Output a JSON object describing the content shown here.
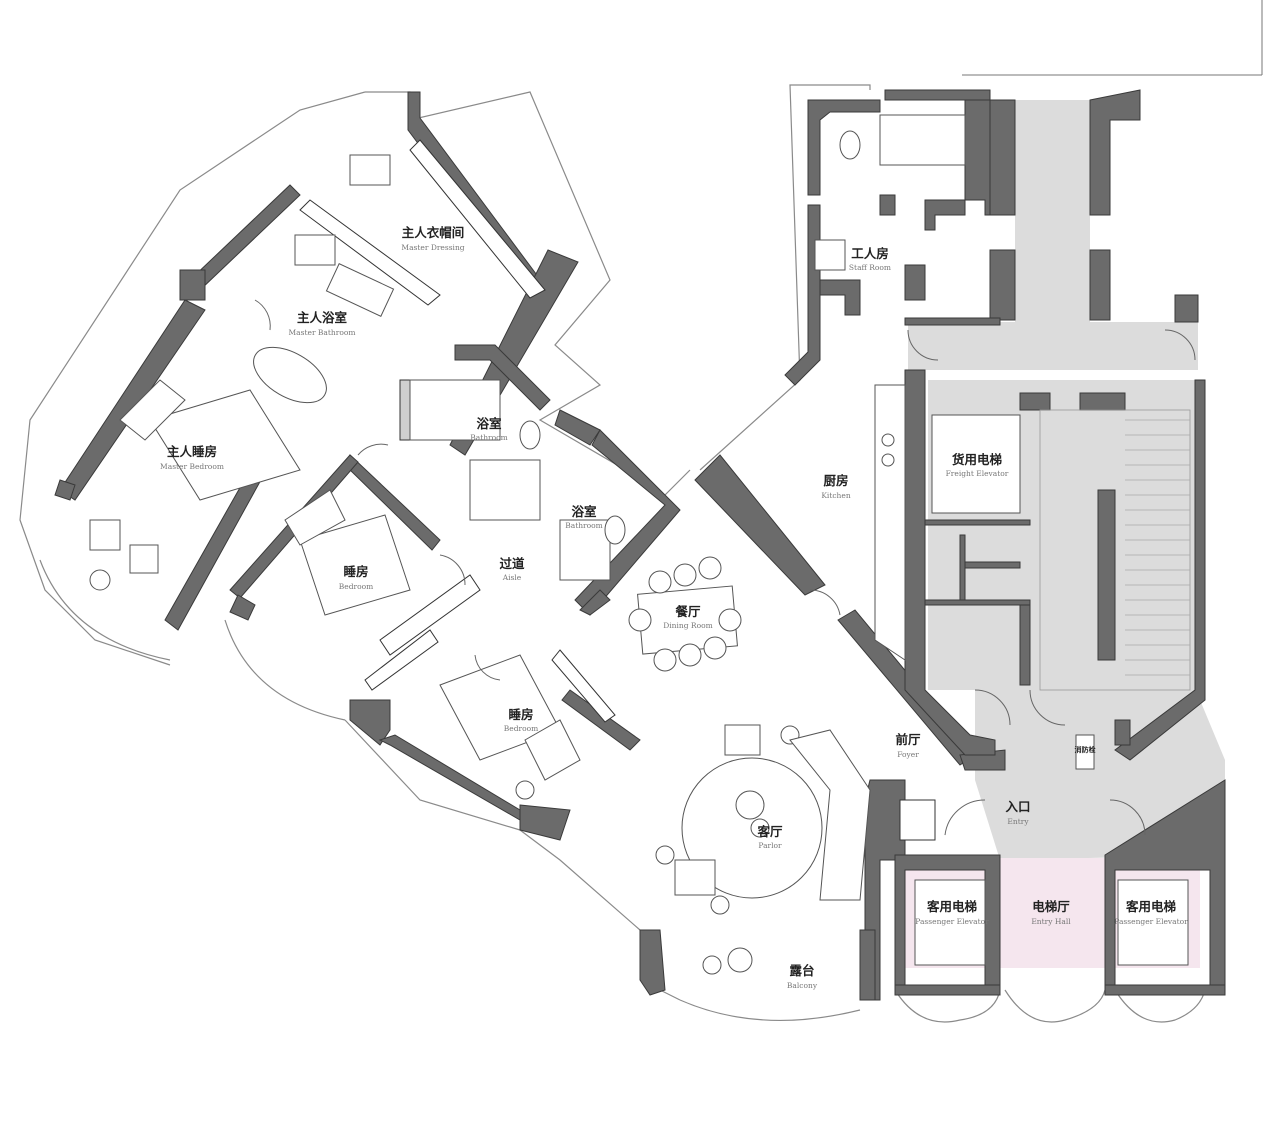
{
  "rooms": {
    "master_dressing": {
      "cn": "主人衣帽间",
      "en": "Master Dressing"
    },
    "master_bathroom": {
      "cn": "主人浴室",
      "en": "Master Bathroom"
    },
    "master_bedroom": {
      "cn": "主人睡房",
      "en": "Master Bedroom"
    },
    "bathroom_1": {
      "cn": "浴室",
      "en": "Bathroom"
    },
    "bathroom_2": {
      "cn": "浴室",
      "en": "Bathroom"
    },
    "bedroom_1": {
      "cn": "睡房",
      "en": "Bedroom"
    },
    "bedroom_2": {
      "cn": "睡房",
      "en": "Bedroom"
    },
    "aisle": {
      "cn": "过道",
      "en": "Aisle"
    },
    "dining": {
      "cn": "餐厅",
      "en": "Dining Room"
    },
    "kitchen": {
      "cn": "厨房",
      "en": "Kitchen"
    },
    "staff_room": {
      "cn": "工人房",
      "en": "Staff Room"
    },
    "freight_elevator": {
      "cn": "货用电梯",
      "en": "Freight Elevator"
    },
    "parlor": {
      "cn": "客厅",
      "en": "Parlor"
    },
    "foyer": {
      "cn": "前厅",
      "en": "Foyer"
    },
    "entry": {
      "cn": "入口",
      "en": "Entry"
    },
    "fire_hydrant": {
      "cn": "消防栓"
    },
    "passenger_elevator_1": {
      "cn": "客用电梯",
      "en": "Passenger Elevator"
    },
    "entry_hall": {
      "cn": "电梯厅",
      "en": "Entry Hall"
    },
    "passenger_elevator_2": {
      "cn": "客用电梯",
      "en": "Passenger Elevator"
    },
    "balcony": {
      "cn": "露台",
      "en": "Balcony"
    }
  },
  "colors": {
    "wall": "#6b6b6b",
    "corridor": "#dcdcdc",
    "elevator_hall": "#f5e6ee"
  }
}
